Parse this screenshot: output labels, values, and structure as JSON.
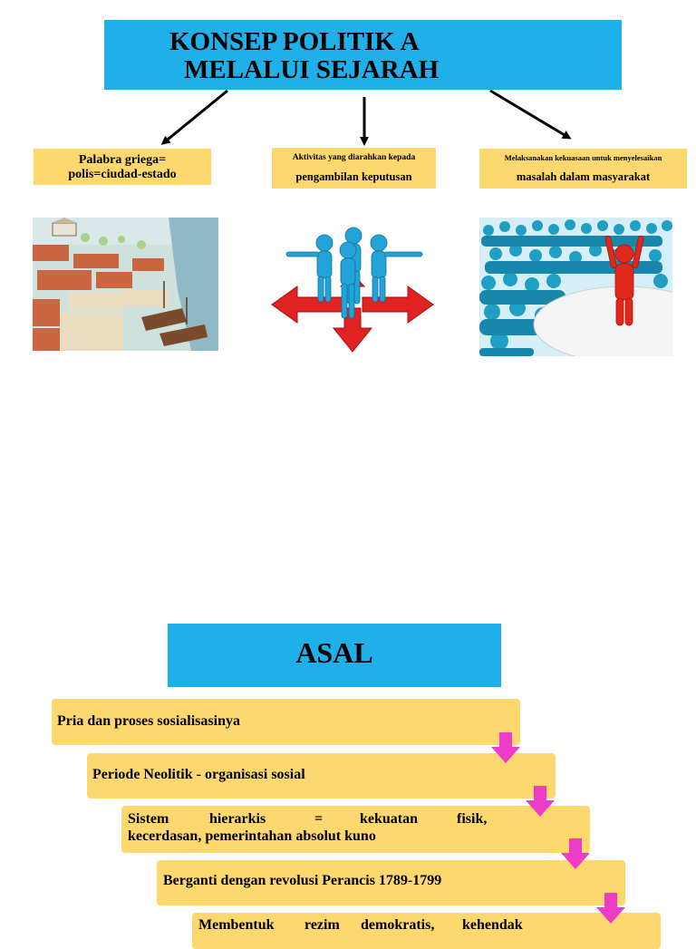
{
  "title": {
    "line1": "KONSEP POLITIK A",
    "line2": "MELALUI SEJARAH"
  },
  "concepts": [
    {
      "line1": "Palabra griega=",
      "line2": "polis=ciudad-estado"
    },
    {
      "line1": "Aktivitas yang diarahkan kepada",
      "line2": "pengambilan keputusan"
    },
    {
      "line1": "Melaksanakan kekuasaan untuk menyelesaikan",
      "line2": "masalah dalam masyarakat"
    }
  ],
  "images": {
    "left": "ancient-greek-city-illustration",
    "center": "figures-pointing-directions-on-red-arrows",
    "right": "leader-on-podium-before-crowd"
  },
  "colors": {
    "header_blue": "#1fb0ea",
    "box_yellow": "#fcd86f",
    "arrow_pink": "#ee3cc9"
  },
  "asal": {
    "title": "ASAL",
    "steps": [
      "Pria dan proses sosialisasinya",
      "Periode Neolitik - organisasi sosial",
      "Sistem hierarkis = kekuatan fisik,",
      "Berganti dengan revolusi Perancis 1789-1799",
      "Membentuk rezim demokratis, kehendak"
    ],
    "step3_words": [
      "Sistem",
      "hierarkis",
      "=",
      "kekuatan",
      "fisik,"
    ],
    "step3_line2": "kecerdasan, pemerintahan absolut kuno",
    "step5_words": [
      "Membentuk",
      "rezim",
      "demokratis,",
      "kehendak"
    ]
  }
}
